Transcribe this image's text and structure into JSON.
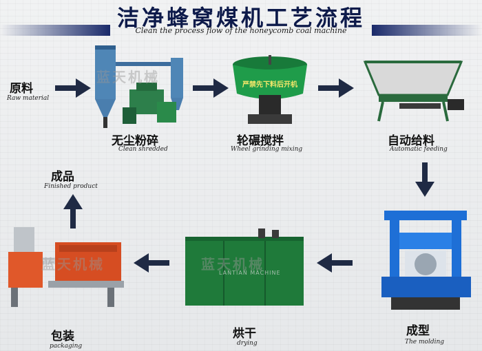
{
  "header": {
    "title": "洁净蜂窝煤机工艺流程",
    "subtitle": "Clean the process flow of the honeycomb coal machine"
  },
  "steps": {
    "raw": {
      "cn": "原料",
      "en": "Raw material"
    },
    "shred": {
      "cn": "无尘粉碎",
      "en": "Clean shredded"
    },
    "mix": {
      "cn": "轮碾搅拌",
      "en": "Wheel grinding mixing"
    },
    "feed": {
      "cn": "自动给料",
      "en": "Automatic feeding"
    },
    "mold": {
      "cn": "成型",
      "en": "The molding"
    },
    "dry": {
      "cn": "烘干",
      "en": "drying"
    },
    "pack": {
      "cn": "包装",
      "en": "packaging"
    },
    "finished": {
      "cn": "成品",
      "en": "Finished product"
    }
  },
  "watermark": {
    "cn": "蓝天机械",
    "en": "LANTIAN MACHINE"
  },
  "machine_texts": {
    "mixer_sign": "严禁先下料后开机"
  },
  "colors": {
    "title": "#0d1a4a",
    "arrow": "#1f2a44",
    "mixer_green": "#1f9c4a",
    "mold_blue": "#1e6fd6",
    "dryer_green": "#1f7a3a",
    "pack_orange": "#e0582a"
  }
}
